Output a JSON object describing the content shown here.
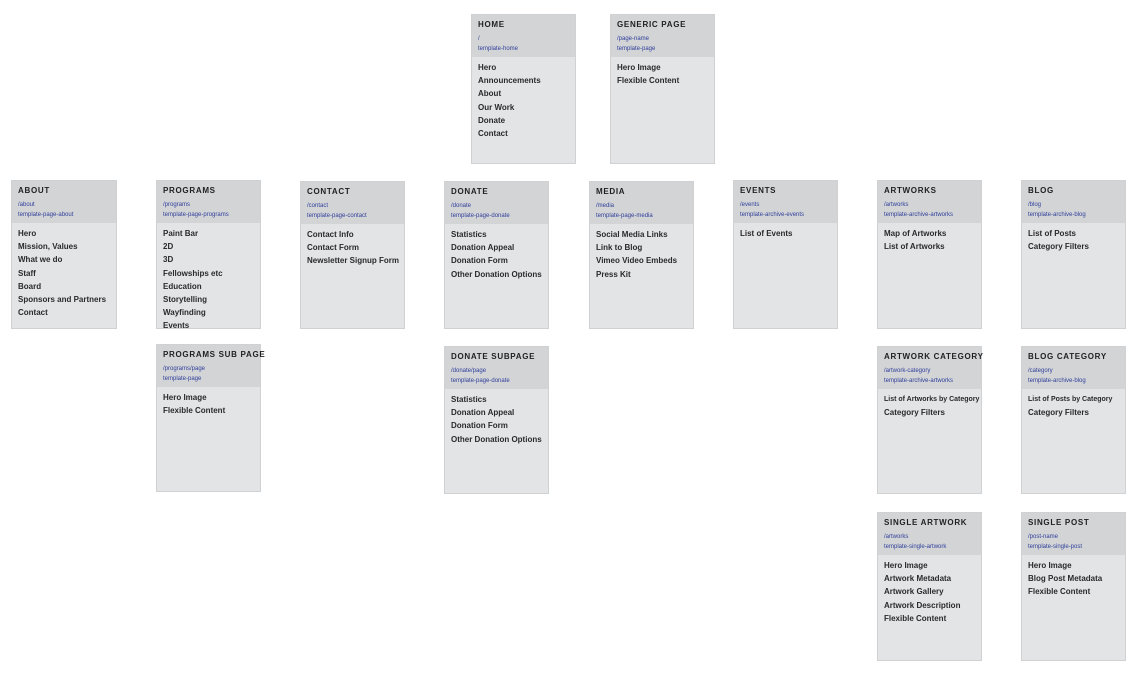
{
  "cards": [
    {
      "id": "home",
      "title": "HOME",
      "path": "/",
      "template": "template-home",
      "items": [
        "Hero",
        "Announcements",
        "About",
        "Our Work",
        "Donate",
        "Contact"
      ]
    },
    {
      "id": "generic",
      "title": "GENERIC PAGE",
      "path": "/page-name",
      "template": "template-page",
      "items": [
        "Hero Image",
        "Flexible Content"
      ]
    },
    {
      "id": "about",
      "title": "ABOUT",
      "path": "/about",
      "template": "template-page-about",
      "items": [
        "Hero",
        "Mission, Values",
        "What we do",
        "Staff",
        "Board",
        "Sponsors and Partners",
        "Contact"
      ]
    },
    {
      "id": "programs",
      "title": "PROGRAMS",
      "path": "/programs",
      "template": "template-page-programs",
      "items": [
        "Paint Bar",
        "2D",
        "3D",
        "Fellowships etc",
        "Education",
        "Storytelling",
        "Wayfinding",
        "Events"
      ]
    },
    {
      "id": "contact",
      "title": "CONTACT",
      "path": "/contact",
      "template": "template-page-contact",
      "items": [
        "Contact Info",
        "Contact Form",
        "Newsletter Signup Form"
      ]
    },
    {
      "id": "donate",
      "title": "DONATE",
      "path": "/donate",
      "template": "template-page-donate",
      "items": [
        "Statistics",
        "Donation Appeal",
        "Donation Form",
        "Other Donation Options"
      ]
    },
    {
      "id": "media",
      "title": "MEDIA",
      "path": "/media",
      "template": "template-page-media",
      "items": [
        "Social Media Links",
        "Link to Blog",
        "Vimeo Video Embeds",
        "Press Kit"
      ]
    },
    {
      "id": "events",
      "title": "EVENTS",
      "path": "/events",
      "template": "template-archive-events",
      "items": [
        "List of Events"
      ]
    },
    {
      "id": "artworks",
      "title": "ARTWORKS",
      "path": "/artworks",
      "template": "template-archive-artworks",
      "items": [
        "Map of Artworks",
        "List of Artworks"
      ]
    },
    {
      "id": "blog",
      "title": "BLOG",
      "path": "/blog",
      "template": "template-archive-blog",
      "items": [
        "List of Posts",
        "Category Filters"
      ]
    },
    {
      "id": "programs-sub",
      "title": "PROGRAMS SUB PAGE",
      "path": "/programs/page",
      "template": "template-page",
      "items": [
        "Hero Image",
        "Flexible Content"
      ]
    },
    {
      "id": "donate-sub",
      "title": "DONATE SUBPAGE",
      "path": "/donate/page",
      "template": "template-page-donate",
      "items": [
        "Statistics",
        "Donation Appeal",
        "Donation Form",
        "Other Donation Options"
      ]
    },
    {
      "id": "artwork-category",
      "title": "ARTWORK CATEGORY",
      "path": "/artwork-category",
      "template": "template-archive-artworks",
      "items": [
        "List of Artworks by Category",
        "Category Filters"
      ]
    },
    {
      "id": "blog-category",
      "title": "BLOG CATEGORY",
      "path": "/category",
      "template": "template-archive-blog",
      "items": [
        "List of Posts by Category",
        "Category Filters"
      ]
    },
    {
      "id": "single-artwork",
      "title": "SINGLE ARTWORK",
      "path": "/artworks",
      "template": "template-single-artwork",
      "items": [
        "Hero Image",
        "Artwork Metadata",
        "Artwork Gallery",
        "Artwork Description",
        "Flexible Content"
      ]
    },
    {
      "id": "single-post",
      "title": "SINGLE POST",
      "path": "/post-name",
      "template": "template-single-post",
      "items": [
        "Hero Image",
        "Blog Post Metadata",
        "Flexible Content"
      ]
    }
  ]
}
